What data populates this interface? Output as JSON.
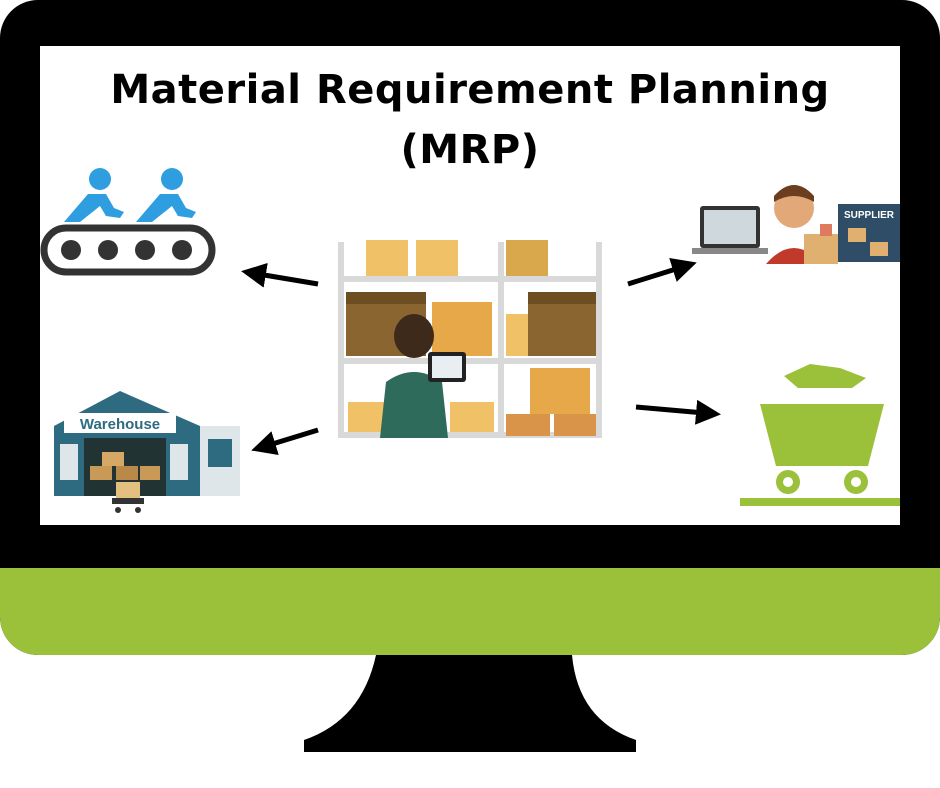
{
  "title_line1": "Material Requirement Planning",
  "title_line2": "(MRP)",
  "warehouse_label": "Warehouse",
  "supplier_label": "SUPPLIER",
  "colors": {
    "frame": "#000000",
    "accent_green": "#9bc03a",
    "icon_blue": "#2e9ee0",
    "warehouse_teal": "#2f6b80",
    "box_tan": "#f0c167"
  },
  "icons": [
    "assembly-line-icon",
    "warehouse-icon",
    "inventory-shelves-icon",
    "online-supplier-icon",
    "material-cart-icon"
  ]
}
